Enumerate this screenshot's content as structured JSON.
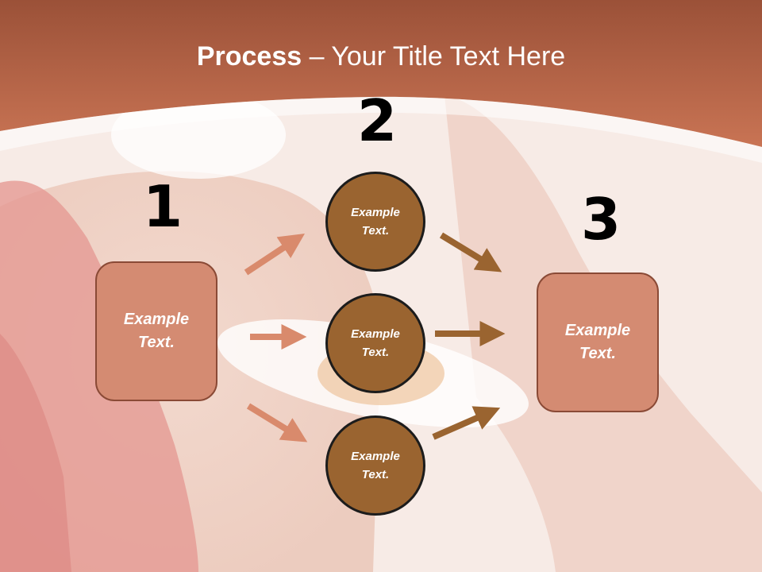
{
  "slide": {
    "title_bold": "Process",
    "title_sep": " – ",
    "title_rest": "Your Title Text Here"
  },
  "steps": {
    "one": {
      "number": "1",
      "text": "Example Text."
    },
    "two": {
      "number": "2",
      "items": [
        "Example Text.",
        "Example Text.",
        "Example Text."
      ]
    },
    "three": {
      "number": "3",
      "text": "Example Text."
    }
  },
  "colors": {
    "header": "#c9714f",
    "box_fill": "#d48b72",
    "circle_fill": "#9a6430",
    "arrow_left": "#d98a6c",
    "arrow_right": "#9a6430"
  }
}
